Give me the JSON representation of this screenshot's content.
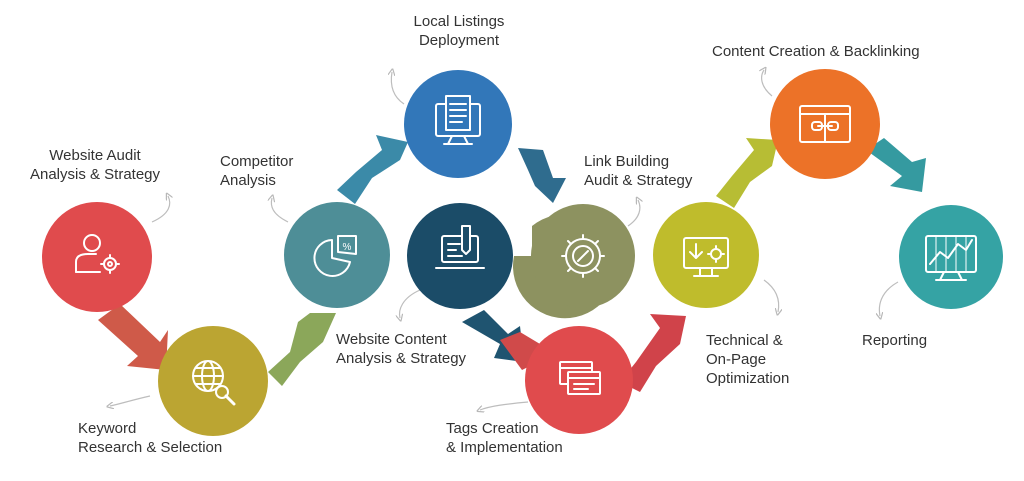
{
  "steps": [
    {
      "lines": [
        "Website Audit",
        "Analysis & Strategy"
      ],
      "color": "#e04b4d",
      "icon": "user-gear-icon"
    },
    {
      "lines": [
        "Keyword",
        "Research & Selection"
      ],
      "color": "#bba532",
      "icon": "globe-search-icon"
    },
    {
      "lines": [
        "Competitor",
        "Analysis"
      ],
      "color": "#4e8e97",
      "icon": "pie-chart-icon"
    },
    {
      "lines": [
        "Local Listings",
        "Deployment"
      ],
      "color": "#3277b9",
      "icon": "monitor-list-icon"
    },
    {
      "lines": [
        "Website Content",
        "Analysis & Strategy"
      ],
      "color": "#1b4c68",
      "icon": "laptop-pencil-icon"
    },
    {
      "lines": [
        "Tags Creation",
        "& Implementation"
      ],
      "color": "#e04b4d",
      "icon": "browser-windows-icon"
    },
    {
      "lines": [
        "Link Building",
        "Audit & Strategy"
      ],
      "color": "#8d9260",
      "icon": "gear-link-icon"
    },
    {
      "lines": [
        "Technical &",
        "On-Page",
        "Optimization"
      ],
      "color": "#bfbc2c",
      "icon": "screen-gear-icon"
    },
    {
      "lines": [
        "Content Creation & Backlinking"
      ],
      "color": "#ec7228",
      "icon": "browser-link-icon"
    },
    {
      "lines": [
        "Reporting"
      ],
      "color": "#35a3a4",
      "icon": "line-chart-icon"
    }
  ]
}
